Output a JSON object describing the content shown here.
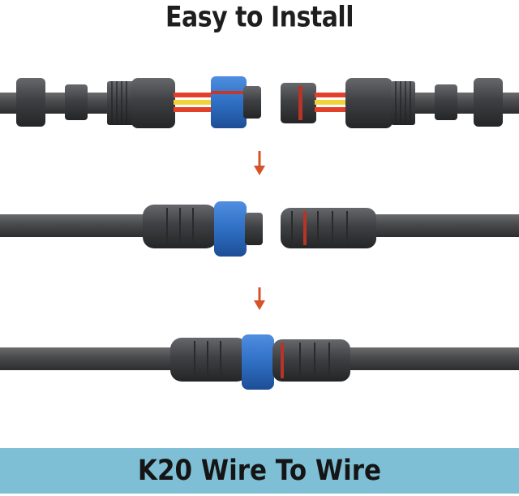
{
  "title": "Easy to Install",
  "banner": {
    "text": "K20 Wire To Wire",
    "color": "#7fbfd6"
  },
  "colors": {
    "cable": "#4a4a4b",
    "connector_body": "#3d3e40",
    "connector_blue": "#2f6fc4",
    "wire_red": "#e2402a",
    "wire_yellow": "#f2d23a",
    "arrow": "#d4532b"
  },
  "steps": [
    {
      "id": "disassembled",
      "state": "connector parts separated on both cables"
    },
    {
      "id": "assembled-apart",
      "state": "male and female connectors assembled, not mated"
    },
    {
      "id": "mated",
      "state": "connectors joined together"
    }
  ],
  "icons": [
    "down-arrow-icon",
    "down-arrow-icon"
  ]
}
